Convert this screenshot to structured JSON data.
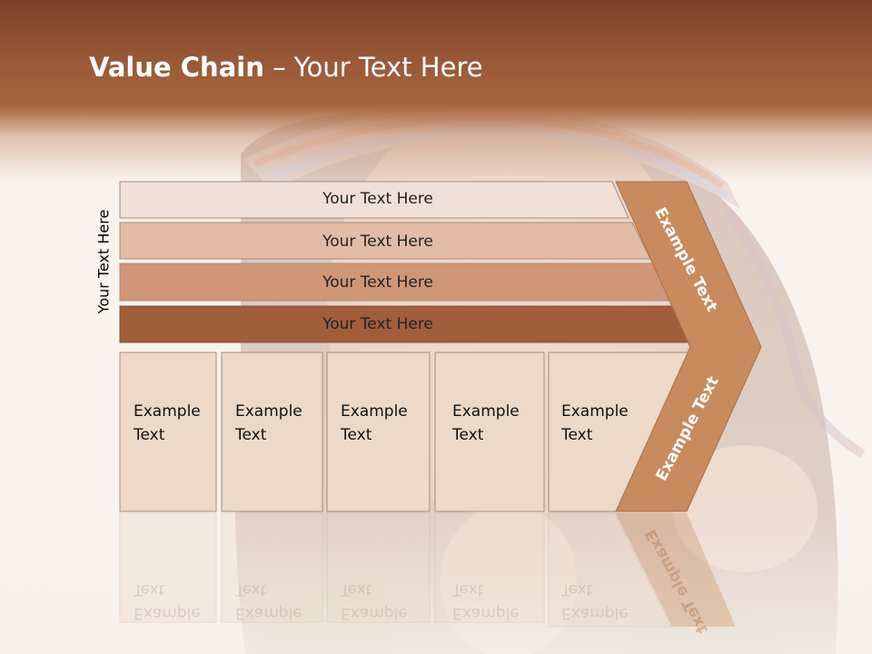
{
  "title": {
    "bold": "Value Chain",
    "rest": " – Your Text Here"
  },
  "side_label": "Your Text Here",
  "bars": [
    {
      "label": "Your Text Here",
      "color": "#f1e0d8"
    },
    {
      "label": "Your Text Here",
      "color": "#e3bca5"
    },
    {
      "label": "Your Text Here",
      "color": "#cf9678"
    },
    {
      "label": "Your Text Here",
      "color": "#a05e3b"
    }
  ],
  "cells": [
    {
      "text": "Example\nText"
    },
    {
      "text": "Example\nText"
    },
    {
      "text": "Example\nText"
    },
    {
      "text": "Example\nText"
    },
    {
      "text": "Example\nText"
    }
  ],
  "arrow": {
    "upper": "Example Text",
    "lower": "Example Text",
    "color": "#c88b5d"
  },
  "colors": {
    "header": "#a5613c",
    "cell": "#ecd9c7",
    "cell_border": "#a88c78"
  }
}
